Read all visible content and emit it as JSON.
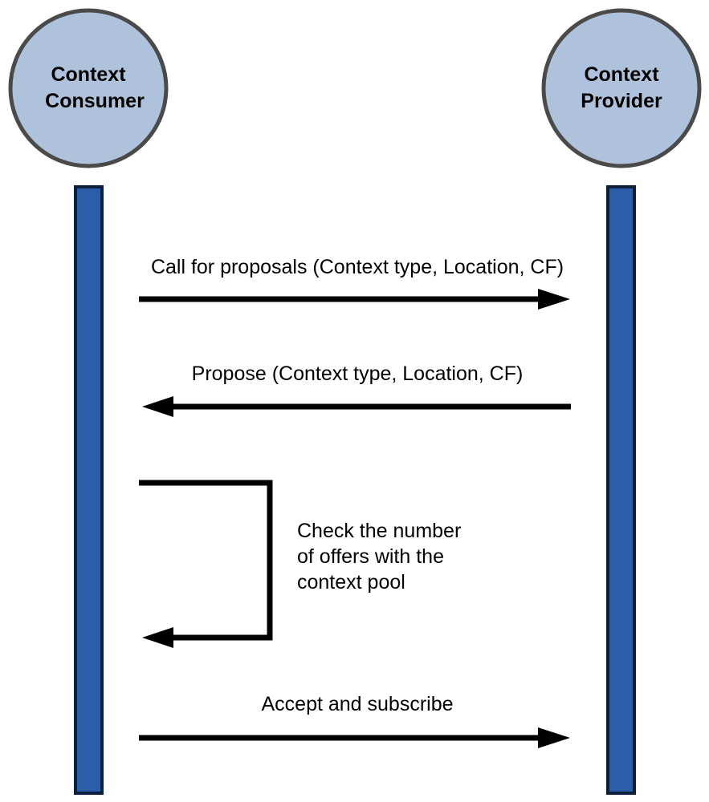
{
  "actors": [
    {
      "id": "consumer",
      "lines": [
        "Context",
        "Consumer"
      ]
    },
    {
      "id": "provider",
      "lines": [
        "Context",
        "Provider"
      ]
    }
  ],
  "messages": [
    {
      "label": "Call for proposals (Context type, Location, CF)",
      "from": "consumer",
      "to": "provider"
    },
    {
      "label": "Propose (Context type, Location, CF)",
      "from": "provider",
      "to": "consumer"
    },
    {
      "label_lines": [
        "Check the number",
        "of offers with the",
        "context pool"
      ],
      "from": "consumer",
      "to": "consumer",
      "self": true
    },
    {
      "label": "Accept and subscribe",
      "from": "consumer",
      "to": "provider"
    }
  ],
  "colors": {
    "actor_fill": "#aec2dc",
    "actor_stroke": "#4a4a4a",
    "lifeline_fill": "#2a5ea8",
    "lifeline_stroke": "#0c1f3d",
    "arrow": "#000000"
  }
}
